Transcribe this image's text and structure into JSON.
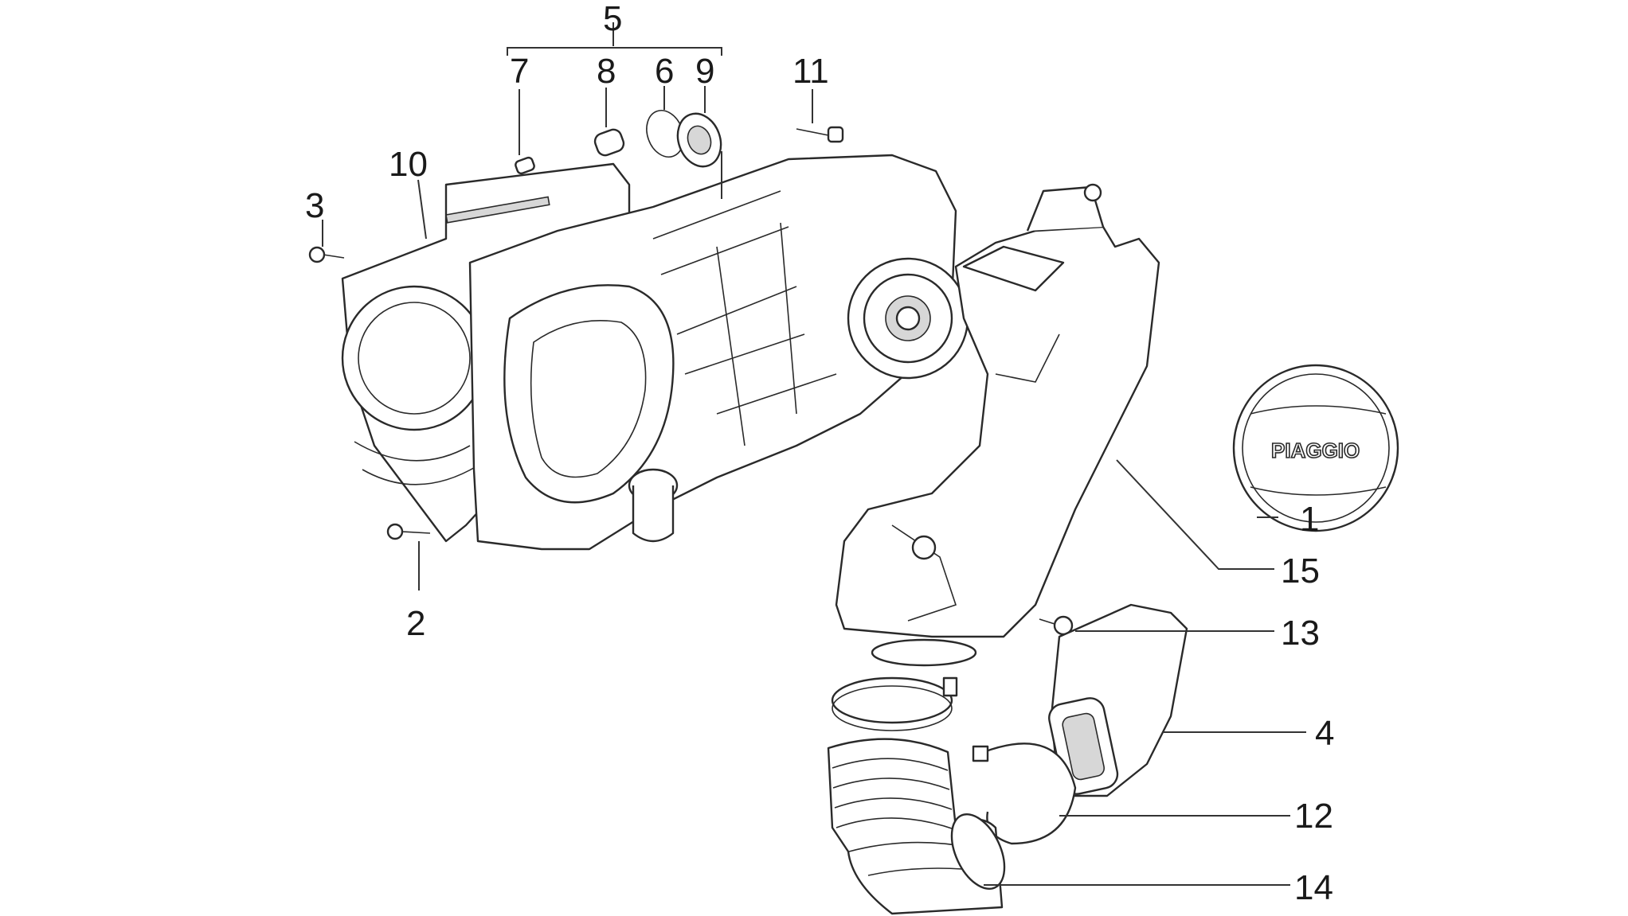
{
  "callouts": {
    "c1": "1",
    "c2": "2",
    "c3": "3",
    "c4": "4",
    "c5": "5",
    "c6": "6",
    "c7": "7",
    "c8": "8",
    "c9": "9",
    "c10": "10",
    "c11": "11",
    "c12": "12",
    "c13": "13",
    "c14": "14",
    "c15": "15"
  },
  "cover_logo_text": "PIAGGIO"
}
